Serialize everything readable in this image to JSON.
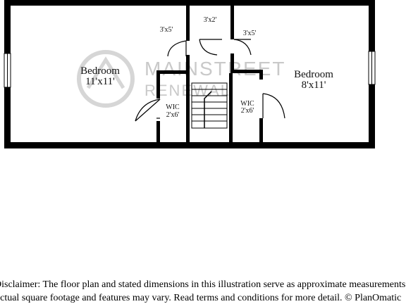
{
  "rooms": {
    "bedroom_left_name": "Bedroom",
    "bedroom_left_dims": "11'x11'",
    "bedroom_right_name": "Bedroom",
    "bedroom_right_dims": "8'x11'",
    "wic_left_name": "WIC",
    "wic_left_dims": "2'x6'",
    "wic_right_name": "WIC",
    "wic_right_dims": "2'x6'",
    "closet_left_dims": "3'x5'",
    "closet_top_dims": "3'x2'",
    "closet_right_dims": "3'x5'"
  },
  "watermark": {
    "line1": "MAINSTREET",
    "line2": "RENEWAL"
  },
  "disclaimer": {
    "line1": "Disclaimer: The floor plan and stated dimensions in this illustration serve as approximate measurements.",
    "line2": "Actual square footage and features may vary. Read terms and conditions for more detail. © PlanOmatic"
  },
  "colors": {
    "wall": "#000000",
    "watermark": "#c9c9c9",
    "background": "#ffffff"
  }
}
